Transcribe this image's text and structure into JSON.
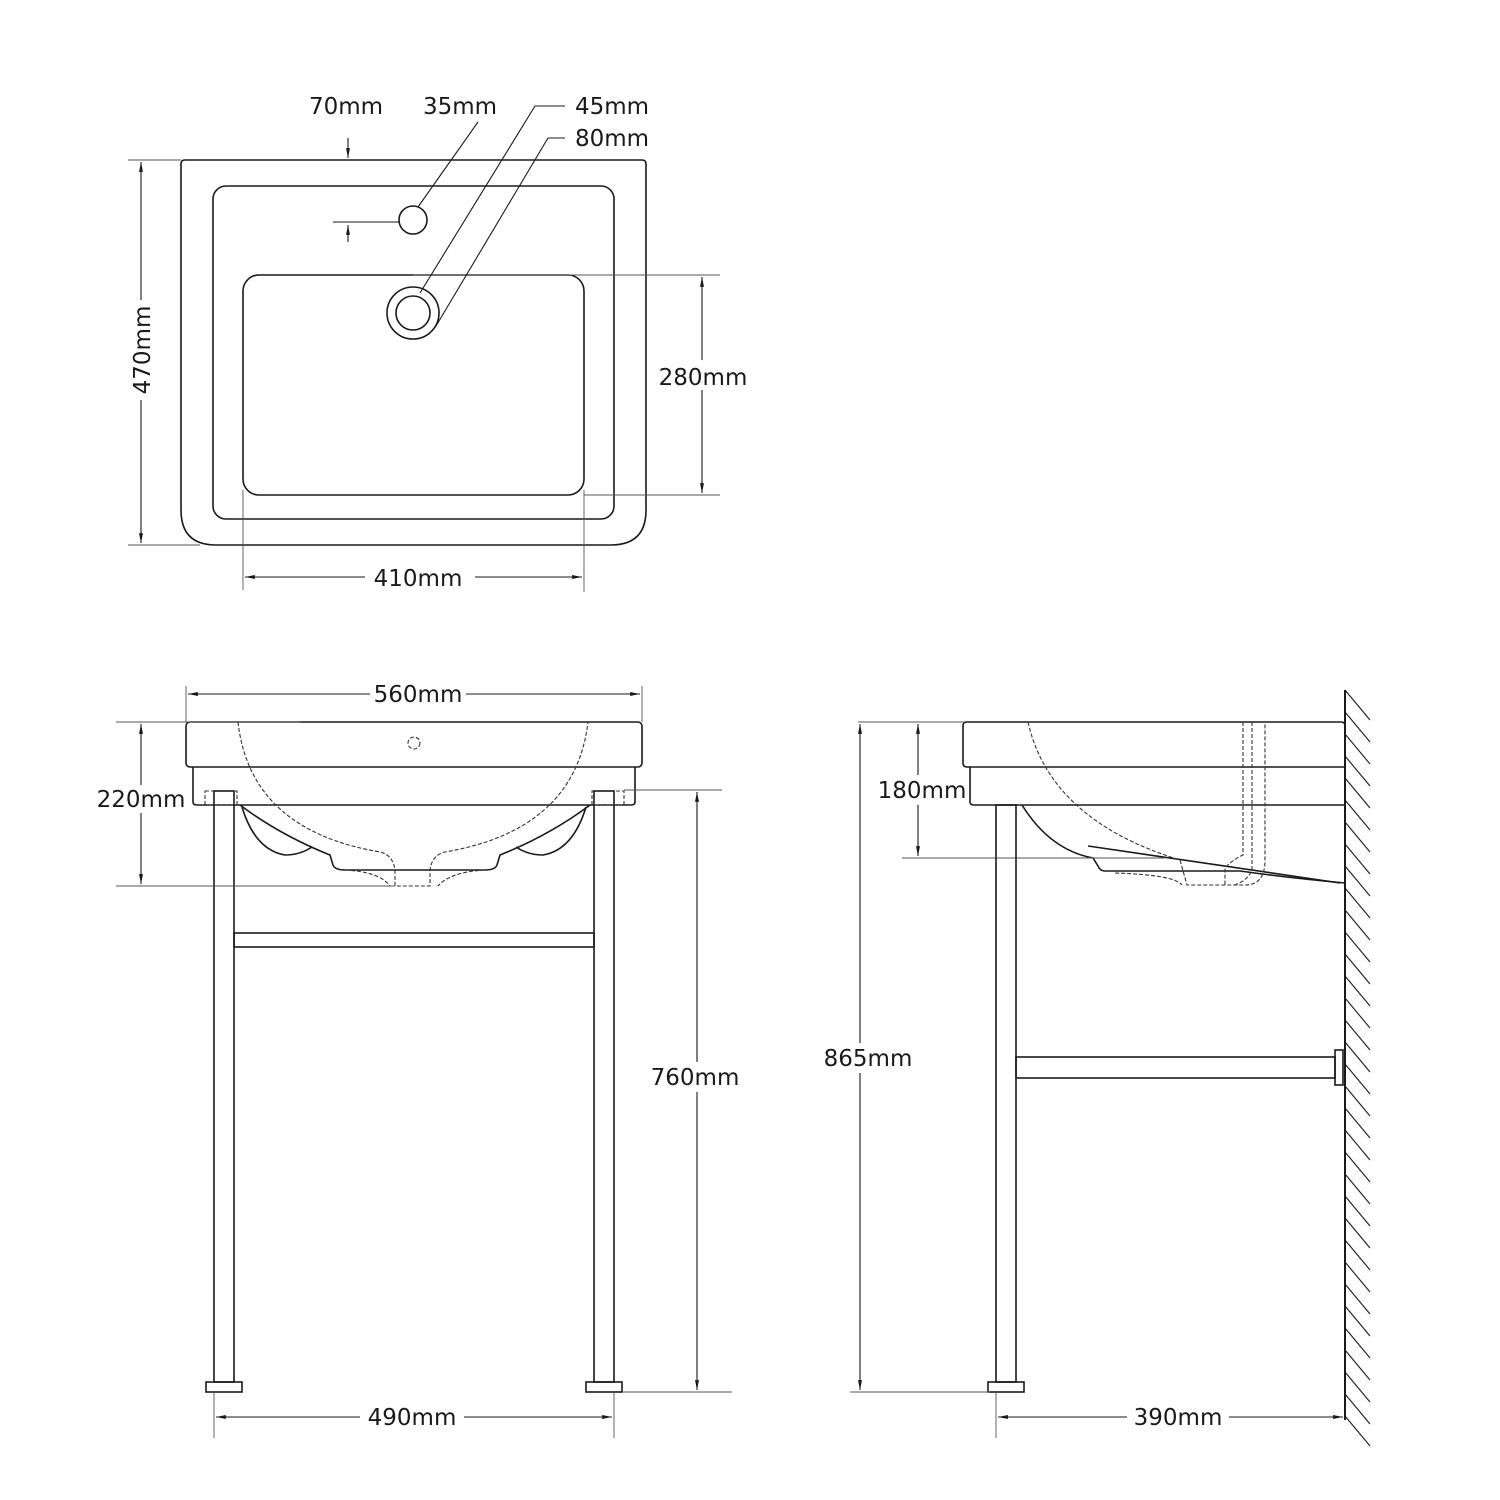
{
  "top_view": {
    "d_70": "70mm",
    "d_35": "35mm",
    "d_45": "45mm",
    "d_80": "80mm",
    "d_470": "470mm",
    "d_280": "280mm",
    "d_410": "410mm"
  },
  "front_view": {
    "d_560": "560mm",
    "d_220": "220mm",
    "d_760": "760mm",
    "d_490": "490mm"
  },
  "side_view": {
    "d_180": "180mm",
    "d_865": "865mm",
    "d_390": "390mm"
  }
}
